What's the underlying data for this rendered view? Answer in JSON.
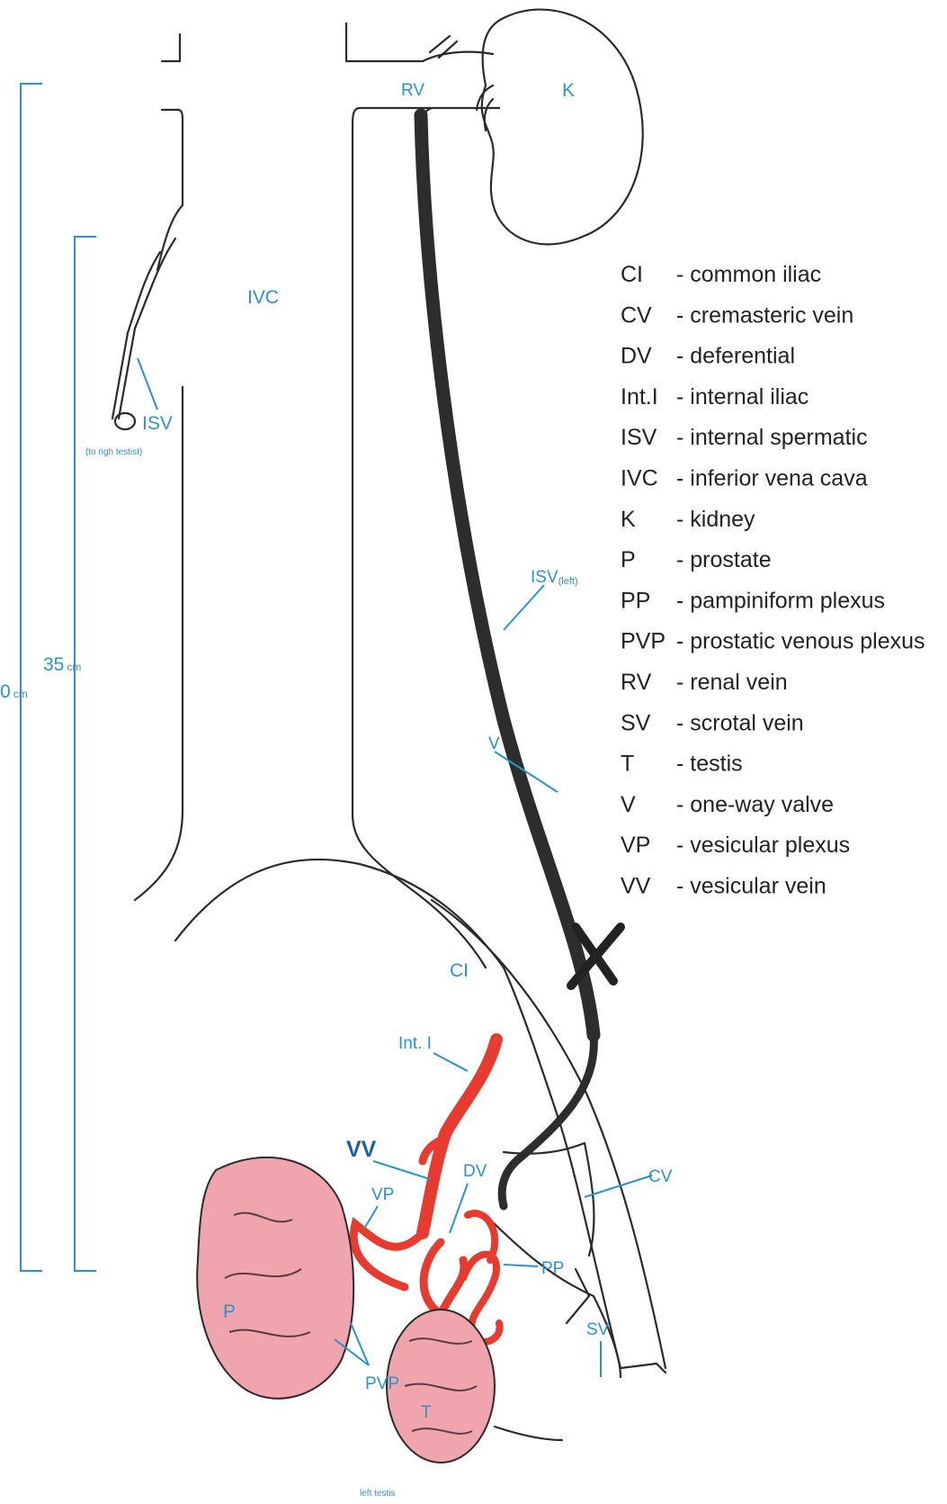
{
  "diagram": {
    "labels": {
      "rv": "RV",
      "k": "K",
      "ivc": "IVC",
      "isv_right": "ISV",
      "isv_right_note": "(to righ testist)",
      "isv_left": "ISV",
      "isv_left_sub": "(left)",
      "v": "V",
      "ci": "CI",
      "int_i": "Int. I",
      "vv": "VV",
      "dv": "DV",
      "vp": "VP",
      "cv": "CV",
      "pp": "PP",
      "p": "P",
      "sv": "SV",
      "pvp": "PVP",
      "t": "T",
      "left_testis": "left testis"
    },
    "dimensions": {
      "outer_value": "0",
      "outer_unit": "cm",
      "inner_value": "35",
      "inner_unit": "cm"
    },
    "legend": [
      {
        "abbr": "CI",
        "desc": "- common iliac"
      },
      {
        "abbr": "CV",
        "desc": "- cremasteric vein"
      },
      {
        "abbr": "DV",
        "desc": "- deferential"
      },
      {
        "abbr": "Int.I",
        "desc": "- internal iliac"
      },
      {
        "abbr": "ISV",
        "desc": "- internal spermatic"
      },
      {
        "abbr": "IVC",
        "desc": "- inferior vena cava"
      },
      {
        "abbr": "K",
        "desc": "- kidney"
      },
      {
        "abbr": "P",
        "desc": "- prostate"
      },
      {
        "abbr": "PP",
        "desc": "- pampiniform plexus"
      },
      {
        "abbr": "PVP",
        "desc": "- prostatic venous plexus"
      },
      {
        "abbr": "RV",
        "desc": "- renal vein"
      },
      {
        "abbr": "SV",
        "desc": "- scrotal vein"
      },
      {
        "abbr": "T",
        "desc": "- testis"
      },
      {
        "abbr": "V",
        "desc": "- one-way valve"
      },
      {
        "abbr": "VP",
        "desc": "- vesicular plexus"
      },
      {
        "abbr": "VV",
        "desc": "- vesicular vein"
      }
    ],
    "colors": {
      "label_blue": "#2a93cc",
      "outline": "#2b2b2b",
      "left_isv_fill": "#2d2d2d",
      "internal_iliac_red": "#e63b2e",
      "organ_pink": "#f0a4ad"
    }
  }
}
